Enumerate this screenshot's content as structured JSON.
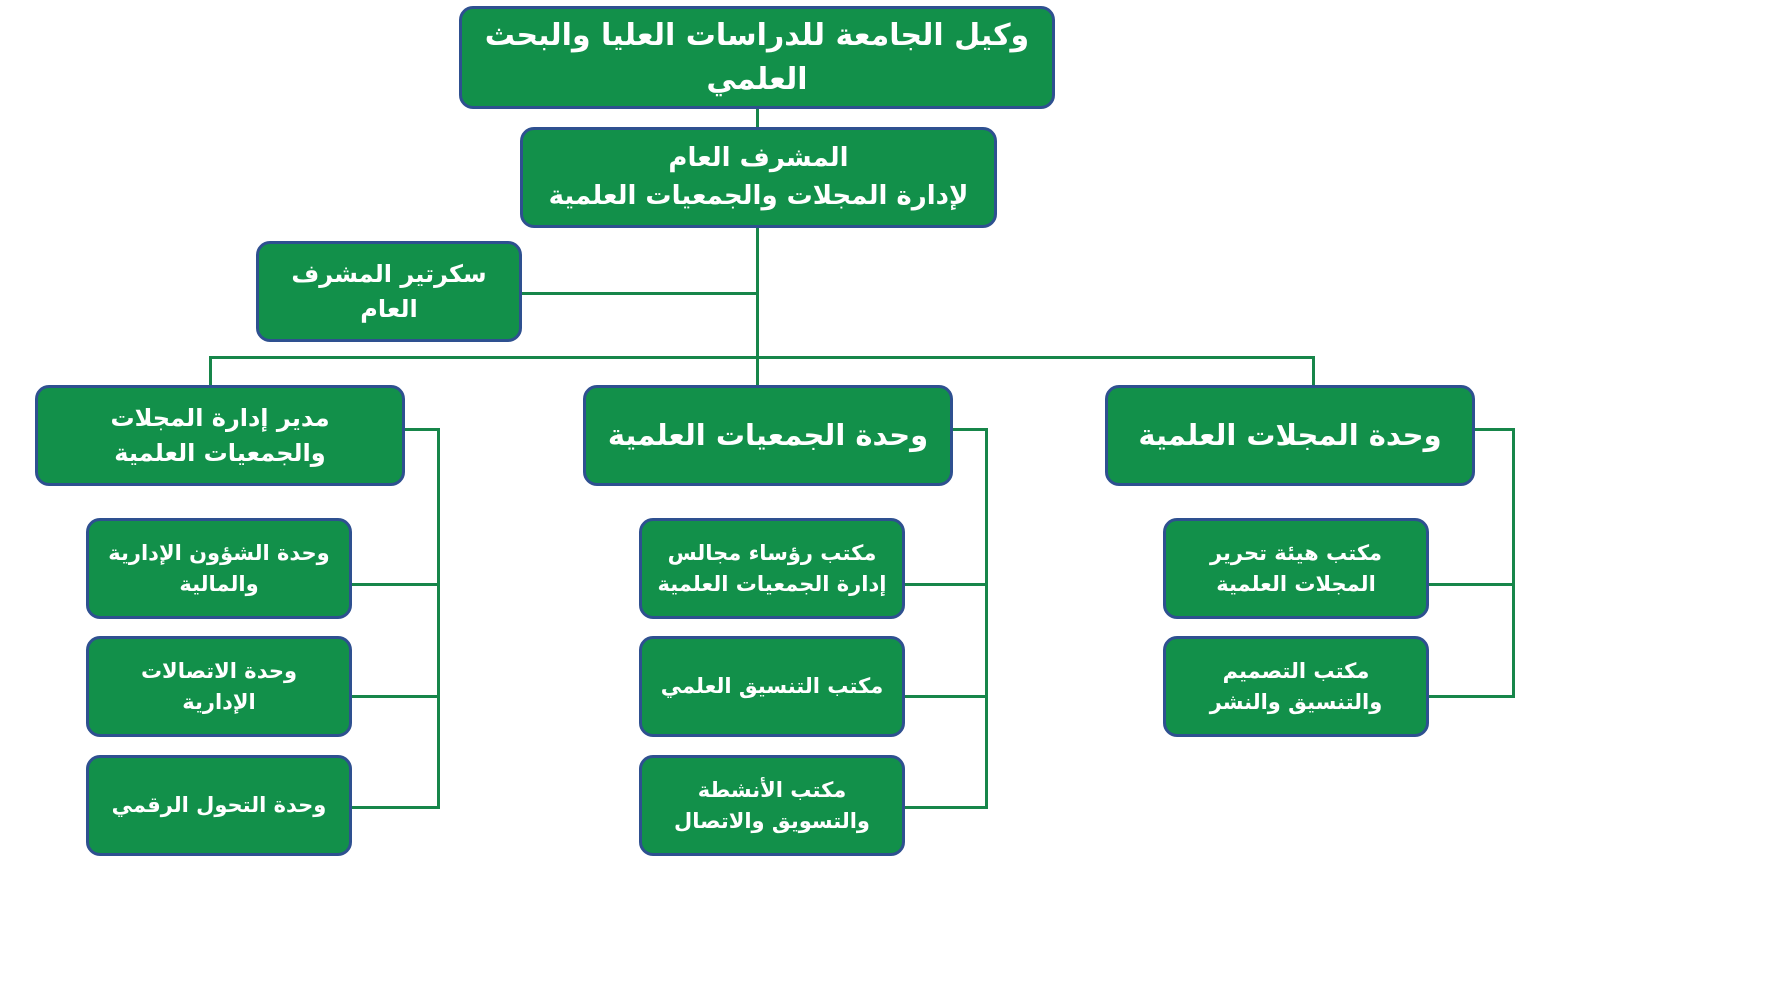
{
  "chart": {
    "type": "org-chart",
    "language": "ar",
    "direction": "rtl",
    "colors": {
      "node_fill": "#12904a",
      "node_border": "#2e5090",
      "node_text": "#ffffff",
      "connector": "#17864a",
      "background": "#ffffff"
    },
    "levels": 5,
    "nodes": {
      "vice_president": {
        "label": "وكيل الجامعة للدراسات العليا والبحث العلمي",
        "level": 1
      },
      "general_supervisor": {
        "line1": "المشرف العام",
        "line2": "لإدارة المجلات والجمعيات العلمية",
        "level": 2
      },
      "secretary": {
        "label": "سكرتير المشرف العام",
        "level": 3
      },
      "branch_left": {
        "label": "مدير إدارة المجلات والجمعيات العلمية",
        "level": 4
      },
      "branch_middle": {
        "label": "وحدة الجمعيات العلمية",
        "level": 4
      },
      "branch_right": {
        "label": "وحدة المجلات العلمية",
        "level": 4
      }
    },
    "children": {
      "branch_left": [
        {
          "label": "وحدة الشؤون الإدارية والمالية"
        },
        {
          "label": "وحدة الاتصالات الإدارية"
        },
        {
          "label": "وحدة التحول الرقمي"
        }
      ],
      "branch_middle": [
        {
          "label": "مكتب رؤساء مجالس إدارة الجمعيات العلمية"
        },
        {
          "label": "مكتب التنسيق العلمي"
        },
        {
          "label": "مكتب الأنشطة والتسويق والاتصال"
        }
      ],
      "branch_right": [
        {
          "label": "مكتب هيئة تحرير المجلات العلمية"
        },
        {
          "label": "مكتب التصميم والتنسيق والنشر"
        }
      ]
    }
  }
}
